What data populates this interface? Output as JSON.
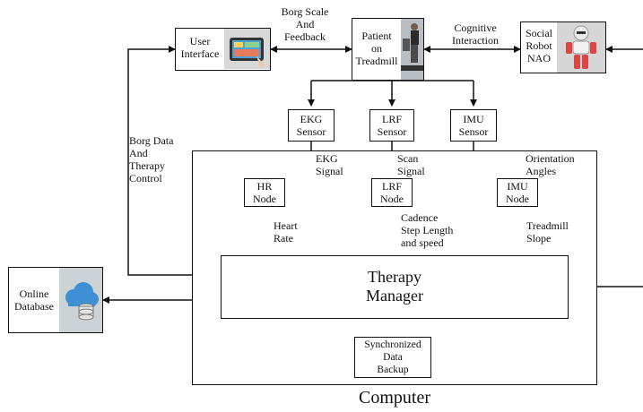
{
  "nodes": {
    "user_interface": "User\nInterface",
    "patient": "Patient\non\nTreadmill",
    "social_robot": "Social\nRobot\nNAO",
    "ekg_sensor": "EKG\nSensor",
    "lrf_sensor": "LRF\nSensor",
    "imu_sensor": "IMU\nSensor",
    "hr_node": "HR\nNode",
    "lrf_node": "LRF\nNode",
    "imu_node": "IMU\nNode",
    "therapy_manager": "Therapy\nManager",
    "online_database": "Online\nDatabase",
    "backup": "Synchronized\nData\nBackup",
    "computer": "Computer"
  },
  "edges": {
    "borg_scale": "Borg Scale\nAnd\nFeedback",
    "cognitive": "Cognitive\nInteraction",
    "borg_data": "Borg Data\nAnd\nTherapy\nControl",
    "ekg_signal": "EKG\nSignal",
    "scan_signal": "Scan\nSignal",
    "orientation": "Orientation\nAngles",
    "heart_rate": "Heart\nRate",
    "cadence": "Cadence\nStep Length\nand speed",
    "treadmill_slope": "Treadmill\nSlope"
  }
}
